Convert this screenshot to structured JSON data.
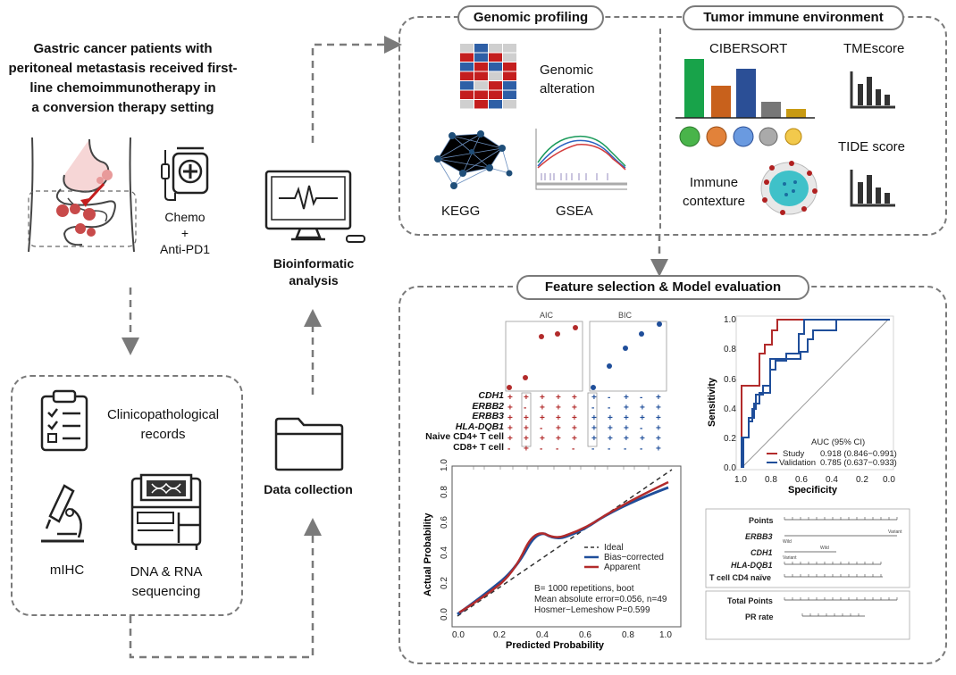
{
  "patient_text": "Gastric cancer patients with peritoneal metastasis received first-line chemoimmunotherapy in a conversion therapy setting",
  "patient_lines": [
    "Gastric cancer patients with",
    "peritoneal metastasis received first-",
    "line chemoimmunotherapy in",
    "a conversion therapy setting"
  ],
  "treatment": {
    "line1": "Chemo",
    "line2": "+",
    "line3": "Anti-PD1"
  },
  "bioinformatic": {
    "line1": "Bioinformatic",
    "line2": "analysis"
  },
  "data_collection": "Data collection",
  "collection_items": {
    "records_line1": "Clinicopathological",
    "records_line2": "records",
    "mihc": "mIHC",
    "seq_line1": "DNA & RNA",
    "seq_line2": "sequencing"
  },
  "genomic": {
    "title": "Genomic profiling",
    "alteration_line1": "Genomic",
    "alteration_line2": "alteration",
    "kegg": "KEGG",
    "gsea": "GSEA"
  },
  "tme": {
    "title": "Tumor immune environment",
    "cibersort": "CIBERSORT",
    "tmescore": "TMEscore",
    "tide": "TIDE score",
    "immune_line1": "Immune",
    "immune_line2": "contexture"
  },
  "feature": {
    "title": "Feature selection & Model evaluation",
    "aic": "AIC",
    "bic": "BIC",
    "variables": [
      "CDH1",
      "ERBB2",
      "ERBB3",
      "HLA-DQB1",
      "Naive CD4+ T cell",
      "CD8+ T cell"
    ]
  },
  "roc": {
    "ylabel": "Sensitivity",
    "xlabel": "Specificity",
    "legend_title": "AUC (95% CI)",
    "study": "Study",
    "study_val": "0.918 (0.846−0.991)",
    "validation": "Validation",
    "validation_val": "0.785 (0.637−0.933)",
    "yticks": [
      "0.0",
      "0.2",
      "0.4",
      "0.6",
      "0.8",
      "1.0"
    ],
    "xticks": [
      "1.0",
      "0.8",
      "0.6",
      "0.4",
      "0.2",
      "0.0"
    ]
  },
  "calibration": {
    "ylabel": "Actual Probability",
    "xlabel": "Predicted Probability",
    "ideal": "Ideal",
    "bias": "Bias−corrected",
    "apparent": "Apparent",
    "note1": "B= 1000 repetitions, boot",
    "note2": "Mean absolute error=0.056, n=49",
    "note3": "Hosmer−Lemeshow P=0.599",
    "ticks": [
      "0.0",
      "0.2",
      "0.4",
      "0.6",
      "0.8",
      "1.0"
    ]
  },
  "nomogram": {
    "points": "Points",
    "erbb3": "ERBB3",
    "cdh1": "CDH1",
    "hla": "HLA-DQB1",
    "tcell": "T cell CD4 naïve",
    "total": "Total Points",
    "pr": "PR rate",
    "wild": "Wild",
    "variant": "Variant"
  },
  "colors": {
    "red": "#b22b2b",
    "blue": "#1f4e9a",
    "green": "#18a34a",
    "orange": "#c8611c",
    "navy": "#2b4f96",
    "gray": "#777777",
    "gold": "#c89a12"
  }
}
